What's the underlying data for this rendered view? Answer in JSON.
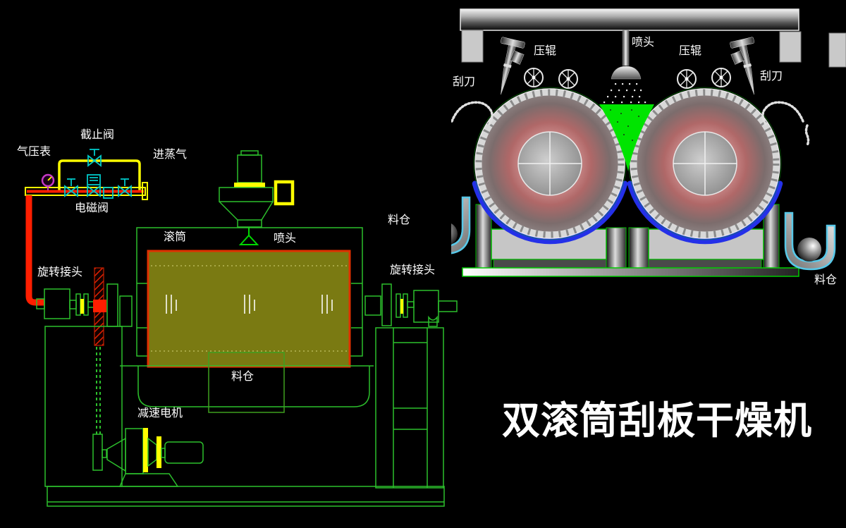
{
  "title": "双滚筒刮板干燥机",
  "colors": {
    "line_green": "#2cbf2c",
    "box_green": "#3f9f1f",
    "pipe_yellow": "#ffff00",
    "pipe_red": "#ff1e00",
    "valve_cyan": "#00c8c8",
    "gauge_magenta": "#c438c4",
    "drum_olive": "#7a7a12",
    "drum_border_red": "#e03000",
    "pool_green": "#00e400",
    "hopper_cyan": "#58c8e8",
    "drum_rim_blue": "#2430e8",
    "label_white": "#ffffff"
  },
  "left_view": {
    "labels": {
      "stop_valve": "截止阀",
      "pressure_gauge": "气压表",
      "steam_inlet": "进蒸气",
      "solenoid_valve": "电磁阀",
      "drum": "滚筒",
      "spray_head": "喷头",
      "rotary_joint_left": "旋转接头",
      "rotary_joint_right": "旋转接头",
      "hopper": "料仓",
      "gear_motor": "减速电机"
    }
  },
  "right_view": {
    "labels": {
      "spray_head": "喷头",
      "press_roller_left": "压辊",
      "press_roller_right": "压辊",
      "scraper_left": "刮刀",
      "scraper_right": "刮刀",
      "hopper_left": "料仓",
      "hopper_right": "料仓"
    }
  }
}
